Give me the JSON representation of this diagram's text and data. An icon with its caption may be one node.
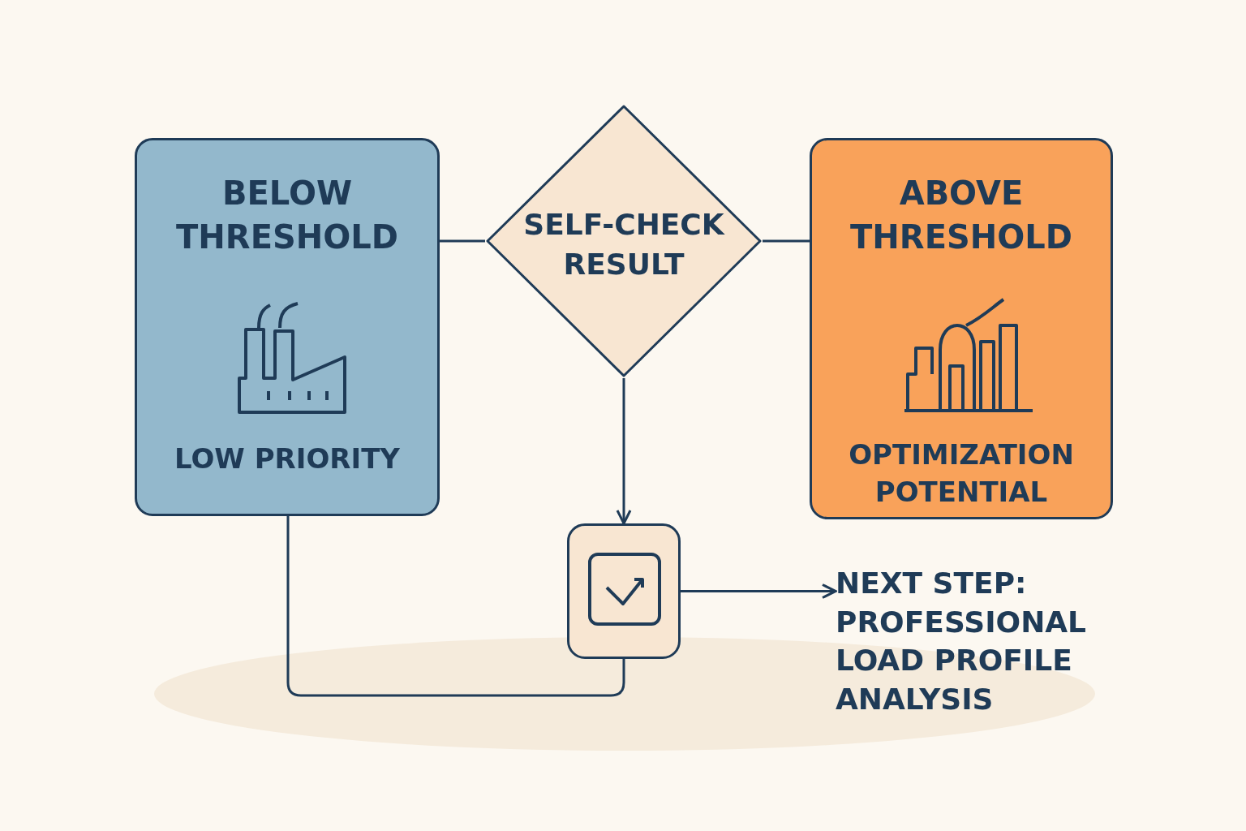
{
  "diagram": {
    "nodes": [
      {
        "text": [
          "BELOW THRESHOLD",
          "LOW PRIORITY"
        ]
      },
      {
        "text": [
          "SELF-CHECK RESULT"
        ]
      },
      {
        "text": [
          "ABOVE THRESHOLD",
          "OPTIMIZATION POTENTIAL"
        ]
      },
      {
        "text": [],
        "shape": "box"
      },
      {
        "text": [
          "NEXT STEP: PROFESSIONAL LOAD PROFILE ANALYSIS"
        ]
      }
    ],
    "edges": [
      {
        "from": 0,
        "to": 1,
        "arrow": "none"
      },
      {
        "from": 1,
        "to": 2,
        "arrow": "none"
      },
      {
        "from": 1,
        "to": 3,
        "arrow": "to"
      },
      {
        "from": 0,
        "to": 3,
        "arrow": "none"
      },
      {
        "from": 3,
        "to": 4,
        "arrow": "to"
      }
    ]
  }
}
